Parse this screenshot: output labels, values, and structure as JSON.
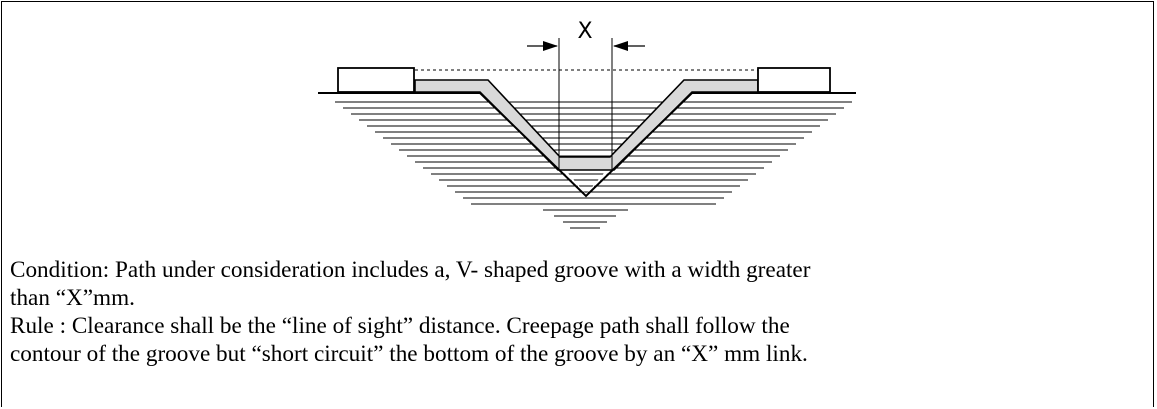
{
  "diagram": {
    "dimension_label": "X"
  },
  "caption": {
    "condition_line1": "Condition: Path under consideration includes a, V- shaped groove with a width greater",
    "condition_line2": "than “X”mm.",
    "rule_line1": "Rule : Clearance shall be the “line of sight” distance.  Creepage path shall follow the",
    "rule_line2": "contour of the groove but “short circuit” the bottom of the groove by an “X” mm link."
  }
}
